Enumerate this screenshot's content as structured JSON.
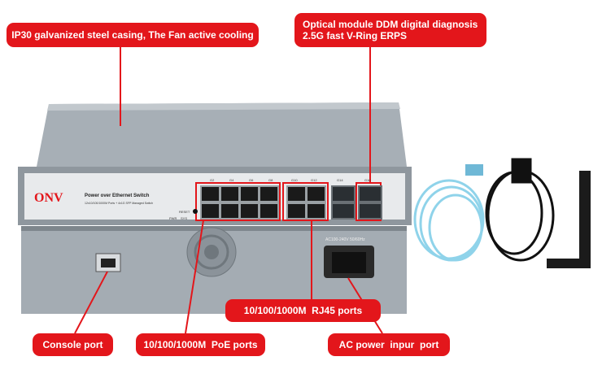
{
  "callouts": {
    "casing": "IP30 galvanized steel casing, The Fan active cooling",
    "optical": "Optical module DDM digital diagnosis\n2.5G fast V-Ring ERPS",
    "rj45": "10/100/1000M  RJ45 ports",
    "console": "Console port",
    "poe": "10/100/1000M  PoE ports",
    "ac": "AC power  inpur  port"
  },
  "device": {
    "brand": "ONV",
    "title": "Power over Ethernet Switch",
    "subtitle": "12x10/100/1000M Ports + 4x1G SFP Managed Switch",
    "reset_label": "RESET",
    "pwr_label": "PWR",
    "sys_label": "SYS",
    "port_labels": [
      "G2",
      "G4",
      "G6",
      "G8",
      "G10",
      "G12",
      "G14",
      "G16"
    ],
    "power_rating": "AC100-240V 50/60Hz"
  },
  "colors": {
    "accent": "#e3161b",
    "casing": "#9ea6ad",
    "cable": "#8fd3ea"
  }
}
